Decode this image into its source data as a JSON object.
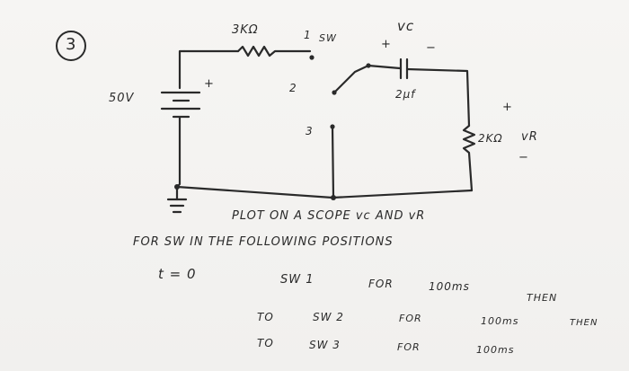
{
  "problem": {
    "number": "3",
    "source": {
      "voltage": "50V",
      "plus": "+"
    },
    "resistor_top": {
      "value": "3KΩ"
    },
    "switch": {
      "name": "SW",
      "pos1": "1",
      "pos2": "2",
      "pos3": "3"
    },
    "capacitor": {
      "value": "2μf",
      "voltage": "vc",
      "plus": "+",
      "minus": "−"
    },
    "resistor_right": {
      "value": "2KΩ",
      "voltage": "vR",
      "plus": "+",
      "minus": "−"
    },
    "instructions": {
      "line1": "PLOT ON A SCOPE  vc AND vR",
      "line2": "FOR  SW IN THE FOLLOWING POSITIONS",
      "t0": "t = 0",
      "step1": {
        "sw": "SW 1",
        "for": "FOR",
        "time": "100ms",
        "next": "THEN"
      },
      "step2": {
        "to": "TO",
        "sw": "SW 2",
        "for": "FOR",
        "time": "100ms",
        "next": "THEN"
      },
      "step3": {
        "to": "TO",
        "sw": "SW 3",
        "for": "FOR",
        "time": "100ms"
      }
    }
  }
}
